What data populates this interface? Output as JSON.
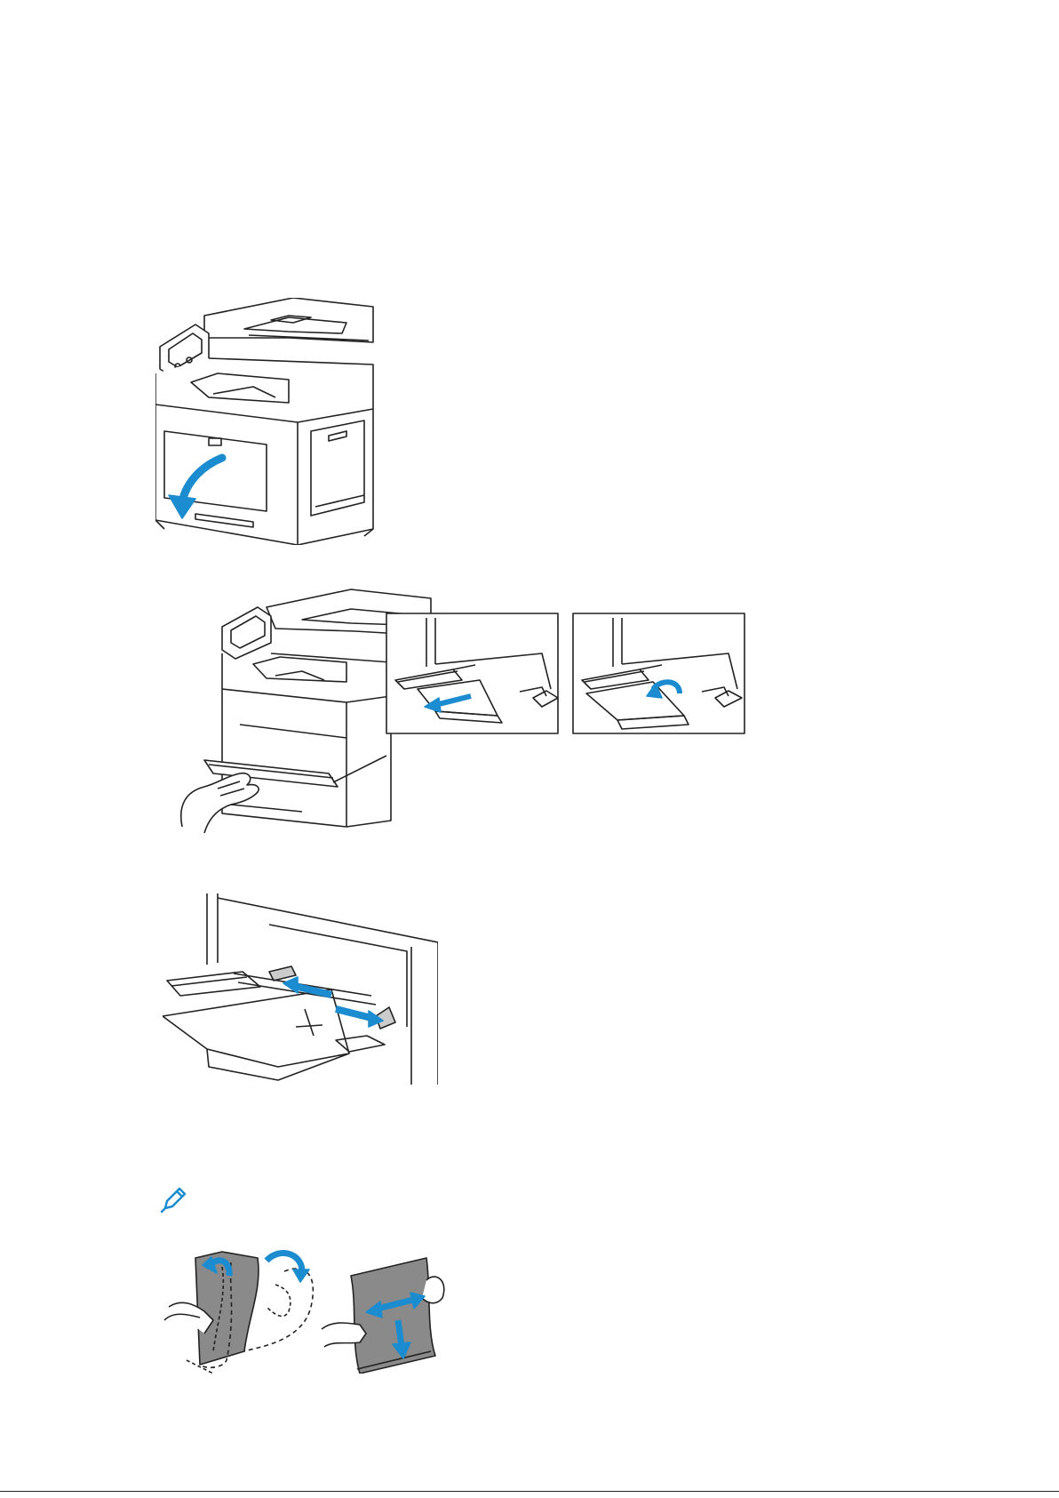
{
  "colors": {
    "accent_blue": "#1a8ccf",
    "line": "#222222",
    "paper_gray": "#8a8a8a"
  },
  "figures": [
    {
      "name": "printer-open-bypass-tray-figure"
    },
    {
      "name": "extend-tray-extension-figure"
    },
    {
      "name": "adjust-width-guides-figure"
    },
    {
      "name": "flex-paper-figure"
    }
  ],
  "icons": {
    "note": "pencil-icon"
  },
  "footer": {
    "page_marker": ""
  }
}
